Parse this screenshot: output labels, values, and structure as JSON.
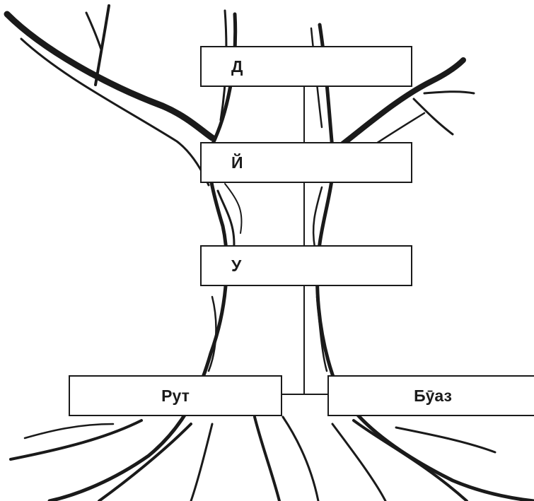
{
  "diagram": {
    "type": "family-tree",
    "colors": {
      "line": "#1a1a1a",
      "background": "#ffffff"
    },
    "boxes": {
      "david": {
        "label": "Д"
      },
      "jesse": {
        "label": "Й"
      },
      "obed": {
        "label": "У"
      },
      "ruth": {
        "label": "Рут"
      },
      "boaz": {
        "label": "Бӯаз"
      }
    },
    "links": [
      {
        "from": "ruth",
        "to": "boaz",
        "kind": "marriage"
      },
      {
        "from": "marriage",
        "to": "obed",
        "kind": "descent"
      },
      {
        "from": "obed",
        "to": "jesse",
        "kind": "descent"
      },
      {
        "from": "jesse",
        "to": "david",
        "kind": "descent"
      }
    ]
  }
}
